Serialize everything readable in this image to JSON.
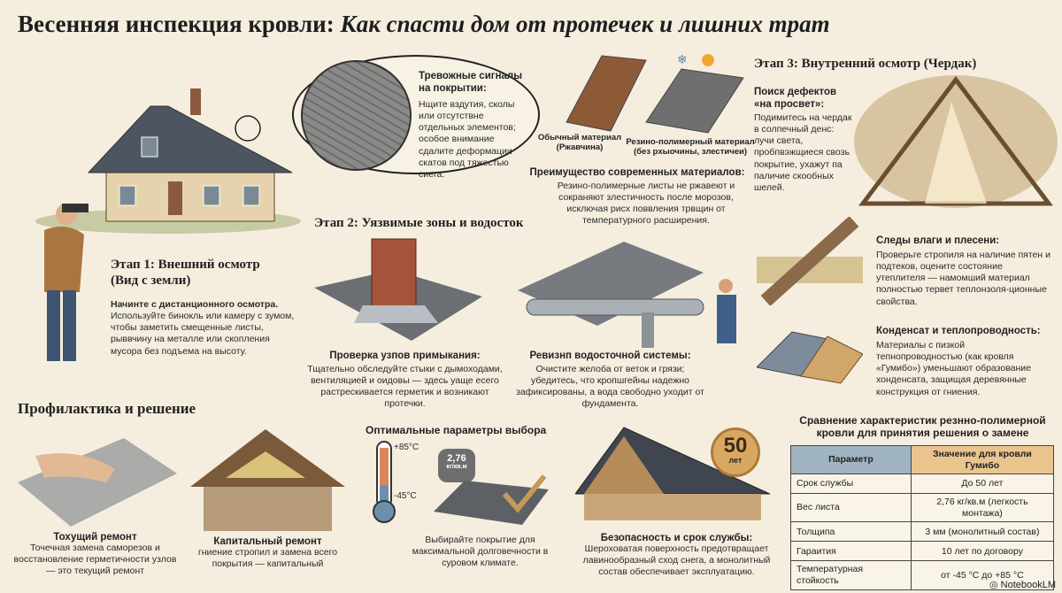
{
  "title": {
    "main": "Весенняя инспекция кровли:",
    "sub": "Как спасти дом от протечек и лишних трат"
  },
  "stage1": {
    "title": "Этап 1: Внешний осмотр (Вид с земли)",
    "lead": "Начинте с дистанционного осмотра.",
    "text": "Используйте бинокль или камеру с зумом, чтобы заметить смещенные листы, рыввчину на металле или скопления мусора без подъема на высоту."
  },
  "alarm": {
    "title": "Тревожные сигналы на покрытии:",
    "text": "Нщите вздутия, сколы или отсутствне отдельных элементов; особое внимание сдалите деформации скатов под тяжестью сиега."
  },
  "materials": {
    "old_label": "Обычный материал (Ржавчина)",
    "new_label": "Резино-полимерный материал (без рхыочины, злестичеи)",
    "title": "Преимущество современных материалов:",
    "text": "Резино-полимерные листы не ржавеют и сокраняют злестичность после морозов, исключая рисх поввления трвщин от температурного расширения."
  },
  "stage2": {
    "title": "Этап 2: Уязвимые зоны и водосток",
    "joints": {
      "title": "Проверка узпов примыкания:",
      "text": "Тщательно обследуйте стыки с дымоходами, вентиляцией и оидовы — здесь уаще есего растрескивается герметик и возникают протечки."
    },
    "gutter": {
      "title": "Ревизнп водосточной системы:",
      "text": "Очистите желоба от веток и грязи; убедитесь, что кропшгейны надежно зафиксированы, а вода свободно уходит от фундамента."
    }
  },
  "stage3": {
    "title": "Этап 3: Внутренний осмотр (Чердак)",
    "light": {
      "title": "Поиск дефектов «на просвет»:",
      "text": "Подимитесь на чердак в солпечный денс: лучи света, пробпвэжщиеся свозь покрытие, ухажут па паличие скообных шелей."
    },
    "moisture": {
      "title": "Следы влаги и плесени:",
      "text": "Проверьге стропиля на наличие пятен и подтеков, оцените состояние утеплителя — намомший материал полностью тервет теплонзоля-ционные свойства."
    },
    "condensate": {
      "title": "Конденсат и теплопроводность:",
      "text": "Материалы с пизкой тепнопроводностью (как кровля «Гумибо») уменьшают образование хонденсата, защищая деревянные конструкция от гниения."
    }
  },
  "prevention": {
    "title": "Профилактика и решение",
    "current": {
      "title": "Тохущий ремонт",
      "text": "Точечная замена саморезов и восстановление герметичности узлов — это текущий ремонт"
    },
    "capital": {
      "title": "Капитальный ремонт",
      "text": "гниение стропил и замена всего покрытия — капитальный"
    }
  },
  "optimal": {
    "title": "Оптимальные параметры выбора",
    "temp_high": "+85°C",
    "temp_low": "-45°C",
    "weight": "2,76",
    "weight_unit": "кг/кв.м",
    "text": "Выбирайте покрытие для максимальной долговечности в суровом климате."
  },
  "safety": {
    "badge_number": "50",
    "badge_unit": "лет",
    "title": "Безопасность и срок службы:",
    "text": "Шероховатая поверхность предотвращает лавинообразный сход снега, а монолитный состав обеспечивает эксплуатацию."
  },
  "table": {
    "title": "Сравнение характеристик резнно-полимерной кровли для принятия решения о замене",
    "headers": [
      "Параметр",
      "Значение для кровли Гумибо"
    ],
    "rows": [
      [
        "Срок службы",
        "До 50 лет"
      ],
      [
        "Вес листа",
        "2,76 кг/кв.м (легкость монтажа)"
      ],
      [
        "Толщипа",
        "3 мм (монолитный состав)"
      ],
      [
        "Гараития",
        "10 лет по договору"
      ],
      [
        "Температурная стойкость",
        "от -45 °С до +85 °С"
      ]
    ]
  },
  "brand": "NotebookLM",
  "colors": {
    "background": "#f5eedf",
    "header_blue": "#9fb4c0",
    "header_orange": "#e9c48e"
  }
}
